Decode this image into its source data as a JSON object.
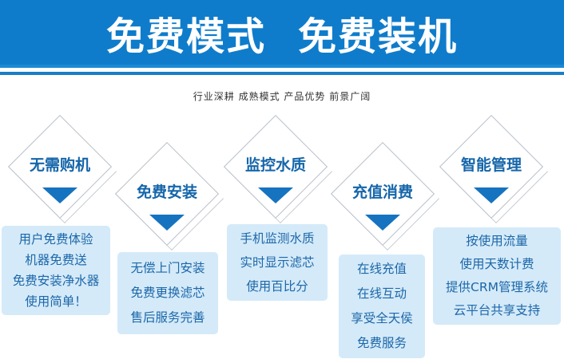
{
  "banner": {
    "title_left": "免费模式",
    "title_right": "免费装机",
    "background_color": "#0f7ccb"
  },
  "subtitle": "行业深耕  成熟模式  产品优势  前景广阔",
  "features": [
    {
      "heading": "无需购机",
      "lines": [
        "用户免费体验",
        "机器免费送",
        "免费安装净水器",
        "使用简单！"
      ]
    },
    {
      "heading": "免费安装",
      "lines": [
        "无偿上门安装",
        "免费更换滤芯",
        "售后服务完善"
      ]
    },
    {
      "heading": "监控水质",
      "lines": [
        "手机监测水质",
        "实时显示滤芯",
        "使用百比分"
      ]
    },
    {
      "heading": "充值消费",
      "lines": [
        "在线充值",
        "在线互动",
        "享受全天侯",
        "免费服务"
      ]
    },
    {
      "heading": "智能管理",
      "lines": [
        "按使用流量",
        "使用天数计费",
        "提供CRM管理系统",
        "云平台共享支持"
      ]
    }
  ],
  "colors": {
    "accent": "#1673c0",
    "heading_text": "#1566aa",
    "card_bg": "#d4eaf9",
    "card_text": "#1d67a8"
  }
}
